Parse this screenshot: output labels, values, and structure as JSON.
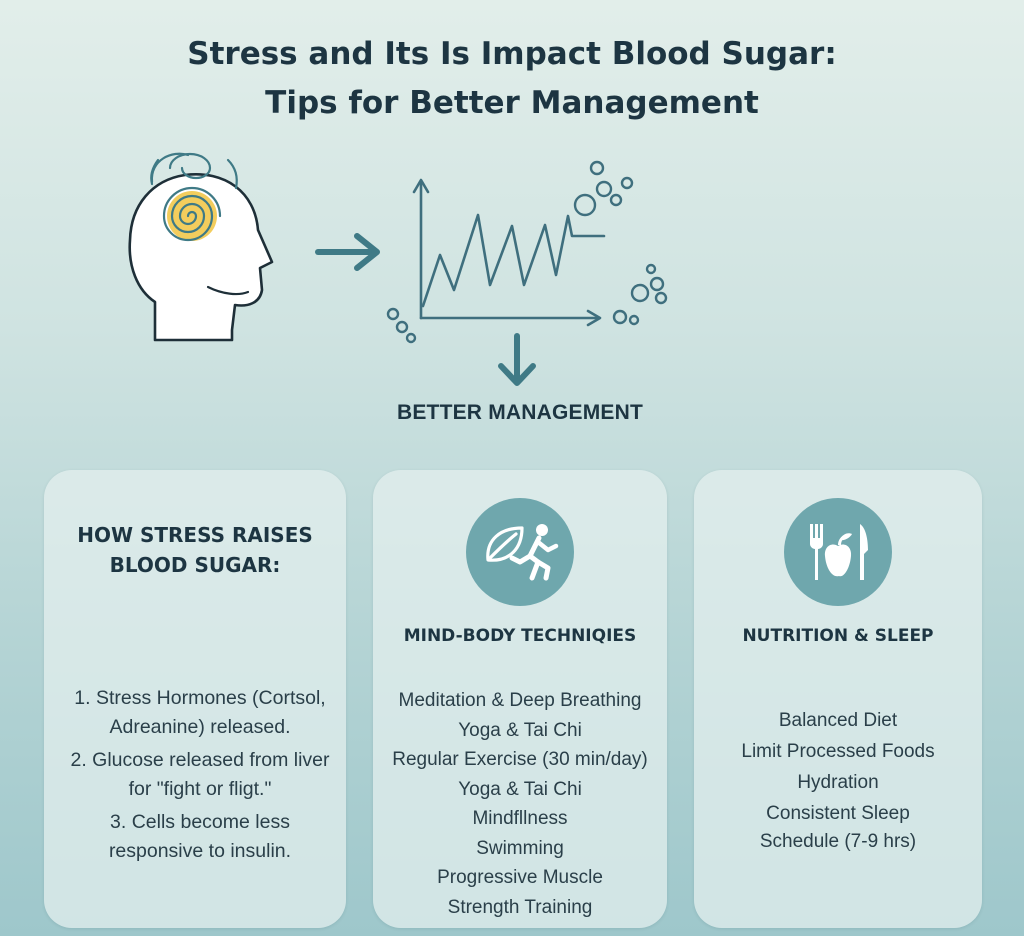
{
  "title": {
    "line1": "Stress and Its Is Impact Blood Sugar:",
    "line2": "Tips for Better Management"
  },
  "flow": {
    "label": "BETTER MANAGEMENT"
  },
  "icons": {
    "head": "head-with-stress-spiral-icon",
    "arrow_right": "arrow-right-icon",
    "chart": "fluctuating-glucose-chart-icon",
    "bubbles": "glucose-bubble-icon",
    "arrow_down": "arrow-down-icon",
    "mind_body": "leaf-and-runner-icon",
    "nutrition": "fork-apple-knife-icon"
  },
  "colors": {
    "accent": "#3f7a86",
    "badge": "#6fa7ad",
    "highlight": "#f2c84b"
  },
  "cards": {
    "stress": {
      "heading_line1": "HOW STRESS RAISES",
      "heading_line2": "BLOOD SUGAR:",
      "steps": [
        {
          "line1": "1. Stress Hormones (Cortsol,",
          "line2": "Adreanine) released."
        },
        {
          "line1": "2. Glucose released from liver",
          "line2": "for \"fight or fligt.\""
        },
        {
          "line1": "3. Cells become less",
          "line2": "responsive to insulin."
        }
      ]
    },
    "mind_body": {
      "heading": "MIND-BODY TECHNIQIES",
      "items": [
        "Meditation & Deep Breathing",
        "Yoga & Tai Chi",
        "Regular Exercise (30 min/day)",
        "Yoga & Tai Chi",
        "Mindfllness",
        "Swimming",
        "Progressive Muscle",
        "Strength Training"
      ]
    },
    "nutrition": {
      "heading": "NUTRITION & SLEEP",
      "items": [
        "Balanced Diet",
        "Limit Processed Foods",
        "Hydration"
      ],
      "sleep_line1": "Consistent Sleep",
      "sleep_line2": "Schedule (7-9 hrs)"
    }
  }
}
